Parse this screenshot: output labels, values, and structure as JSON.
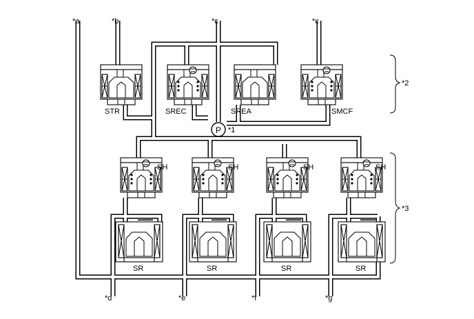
{
  "diagram": {
    "refs": {
      "a": "*a",
      "b": "*b",
      "c": "*c",
      "d": "*d",
      "e": "*e",
      "f": "*f",
      "g": "*g"
    },
    "pump": {
      "symbol": "P",
      "ref": "*1"
    },
    "valves": {
      "str": "STR",
      "srec": "SREC",
      "srea": "SREA",
      "smcf": "SMCF",
      "sh": "SH",
      "sr": "SR"
    },
    "groups": {
      "upper": "*2",
      "lower": "*3"
    }
  }
}
